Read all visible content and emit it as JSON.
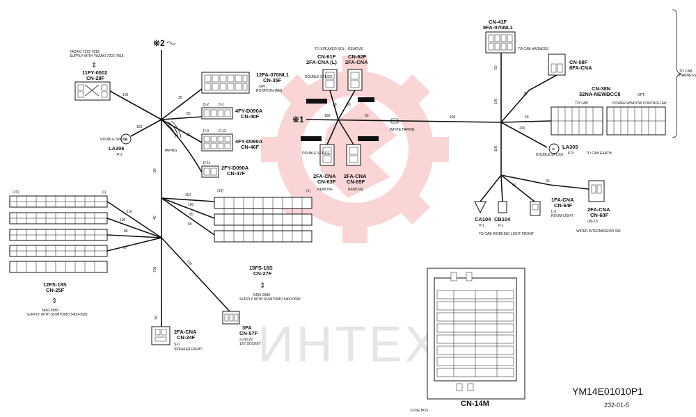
{
  "wm": {
    "text": "ИНТЕХ",
    "color": "#e85a5a"
  },
  "spine_left": {
    "label": "※2"
  },
  "spine_right": {
    "label": "※1"
  },
  "cn28f": {
    "code": "11FY-0002",
    "name": "CN-28F",
    "supply": "YAZAKI 7222-7818"
  },
  "las06": {
    "splice": "DOUBLE SPLICE",
    "name": "LA306",
    "sub": "P-2"
  },
  "cn35f": {
    "code": "12FA-070NL1",
    "name": "CN-35F",
    "opt": "OPT.",
    "note": "ROTATION MAS"
  },
  "cn40f": {
    "code": "4FY-D090A",
    "name": "CN-40F"
  },
  "cn46f": {
    "code": "4FY-D090A",
    "name": "CN-46F"
  },
  "cn47f": {
    "code": "2FY-D090A",
    "name": "CN-47F"
  },
  "cn61f": {
    "code": "2FA-CNA (L)",
    "name": "CN-61F"
  },
  "cn62f": {
    "code": "2FA-CNA",
    "name": "CN-62F"
  },
  "cn63f": {
    "code": "2FA-CNA",
    "name": "CN-63F"
  },
  "cn65f": {
    "code": "2FA-CNA",
    "name": "CN-65F"
  },
  "cn41f": {
    "name": "CN-41F",
    "code": "8FA-070NL1",
    "note": "TO CAB HARNESS"
  },
  "cn58f": {
    "name": "CN-58F",
    "code": "8FA-CNA"
  },
  "cn38n": {
    "name": "CN-38N",
    "code": "32NA-NEWBCC8",
    "opt": "OPT.",
    "tocab": "TO CAB",
    "pwc": "POWER WINDOW CONTROLLER"
  },
  "las05": {
    "splice": "DOUBLE SPLICE",
    "name": "LA305",
    "sub": "P-3",
    "note": "TO CAB EARTH"
  },
  "ca104": {
    "name": "CA104",
    "sub": "H-1"
  },
  "cb104": {
    "name": "CB104",
    "sub": "P-1"
  },
  "cn64f": {
    "code": "1FA-CNA",
    "name": "CN-64F",
    "sub": "L-6",
    "note": "ROOM LIGHT"
  },
  "cn60f": {
    "code": "2FA-CNA",
    "name": "CN-60F",
    "sub": "(M)-18",
    "note": "WIPER INTERMISSION SW."
  },
  "worklight": {
    "note": "TO CAB WORKING LIGHT FRONT"
  },
  "cn25f": {
    "code": "12FS-18S",
    "name": "CN-25F",
    "supply": "5400-0589"
  },
  "cn27f": {
    "code": "15FS-18S",
    "name": "CN-27F",
    "supply": "5400-0589"
  },
  "cn24f": {
    "code": "2FA-CNA",
    "name": "CN-24F",
    "sub": "S-0",
    "note": "SPEAKER RIGHT"
  },
  "cn57f": {
    "code": "3FA",
    "name": "CN-57F",
    "sub": "S-2812V",
    "note": "12V SOCKET"
  },
  "white_taping": "WHITE TAPING",
  "taping": "TAPING",
  "wire_lengths": {
    "w50": "50",
    "w100": "100",
    "w80": "80",
    "w30": "30",
    "w40": "40",
    "w110": "110",
    "w70": "70",
    "w700": "700",
    "w150": "150",
    "w400": "400",
    "w200": "200"
  },
  "cn14m": {
    "name": "CN-14M",
    "fuse": "FUSE BOX"
  },
  "doc_code": "YM14E01010P1",
  "doc_date": "232-01-5"
}
